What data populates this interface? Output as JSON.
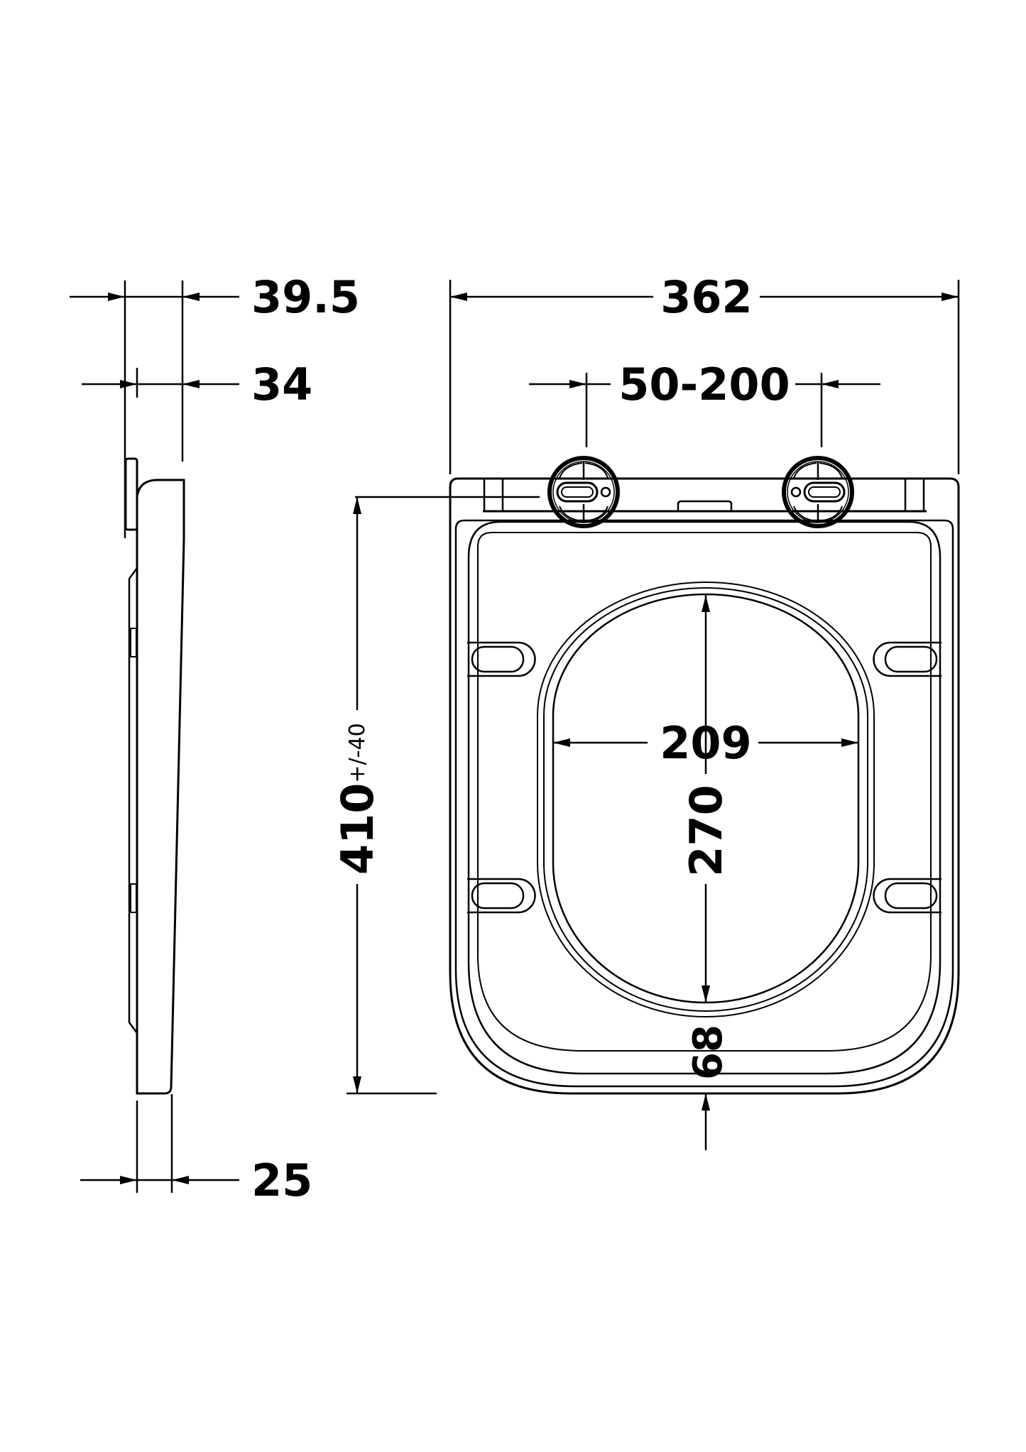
{
  "drawing": {
    "title": "Toilet seat dimension drawing",
    "units": "mm",
    "line_color": "#000000",
    "background": "#ffffff"
  },
  "side_view": {
    "dimensions": {
      "overall_depth": "39.5",
      "body_depth": "34",
      "front_thickness": "25"
    }
  },
  "front_view": {
    "dimensions": {
      "overall_width": "362",
      "hinge_spacing": "50-200",
      "overall_length": "410",
      "length_tolerance": "+/-40",
      "opening_width": "209",
      "opening_length": "270",
      "front_rim": "68"
    }
  }
}
